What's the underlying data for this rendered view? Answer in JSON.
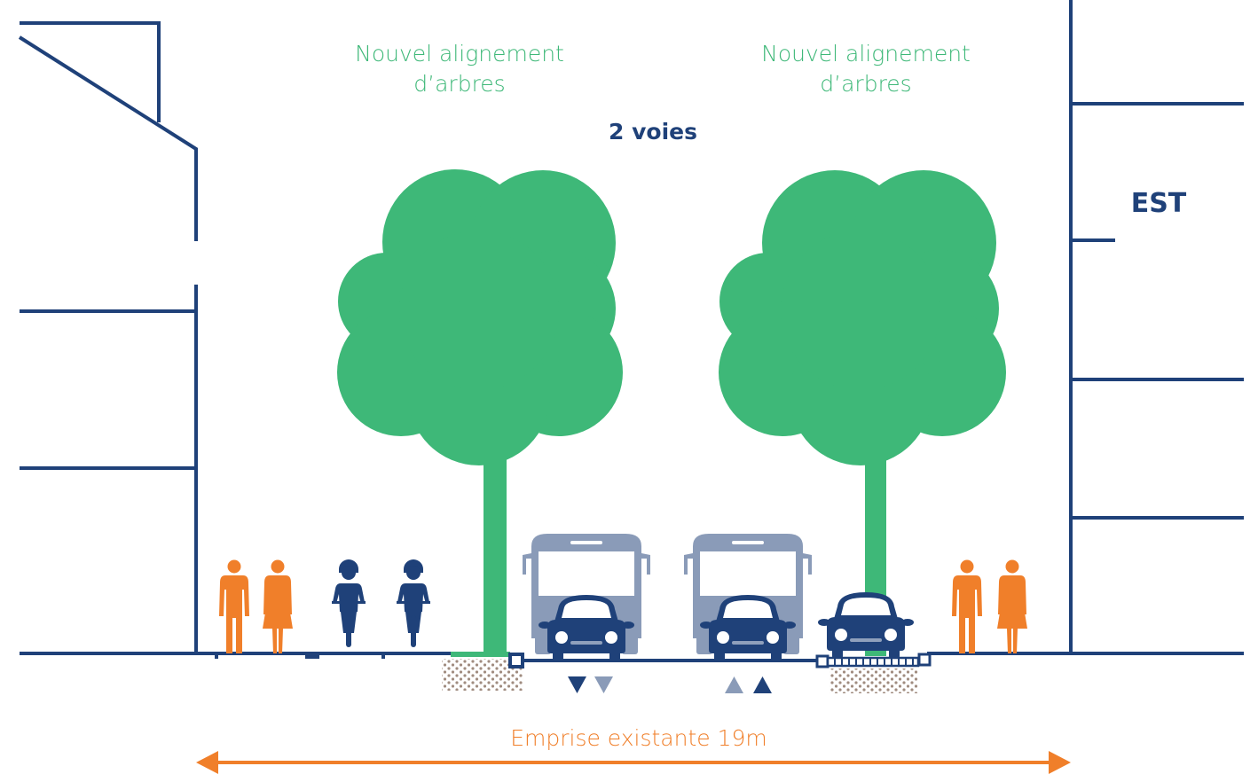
{
  "labels": {
    "tree_left": [
      "Nouvel alignement",
      "d’arbres"
    ],
    "tree_right": [
      "Nouvel alignement",
      "d’arbres"
    ],
    "lanes": "2 voies",
    "side": "EST",
    "width": "Emprise existante 19m"
  },
  "icons": [
    "pedestrian-icon",
    "cyclist-icon",
    "tree-icon",
    "bus-icon",
    "car-icon",
    "direction-arrow-icon"
  ],
  "colors": {
    "navy": "#1f4179",
    "green": "#3eb878",
    "orange": "#f07f2a",
    "bus": "#8a9bb8",
    "gravel": "#a08c80"
  }
}
